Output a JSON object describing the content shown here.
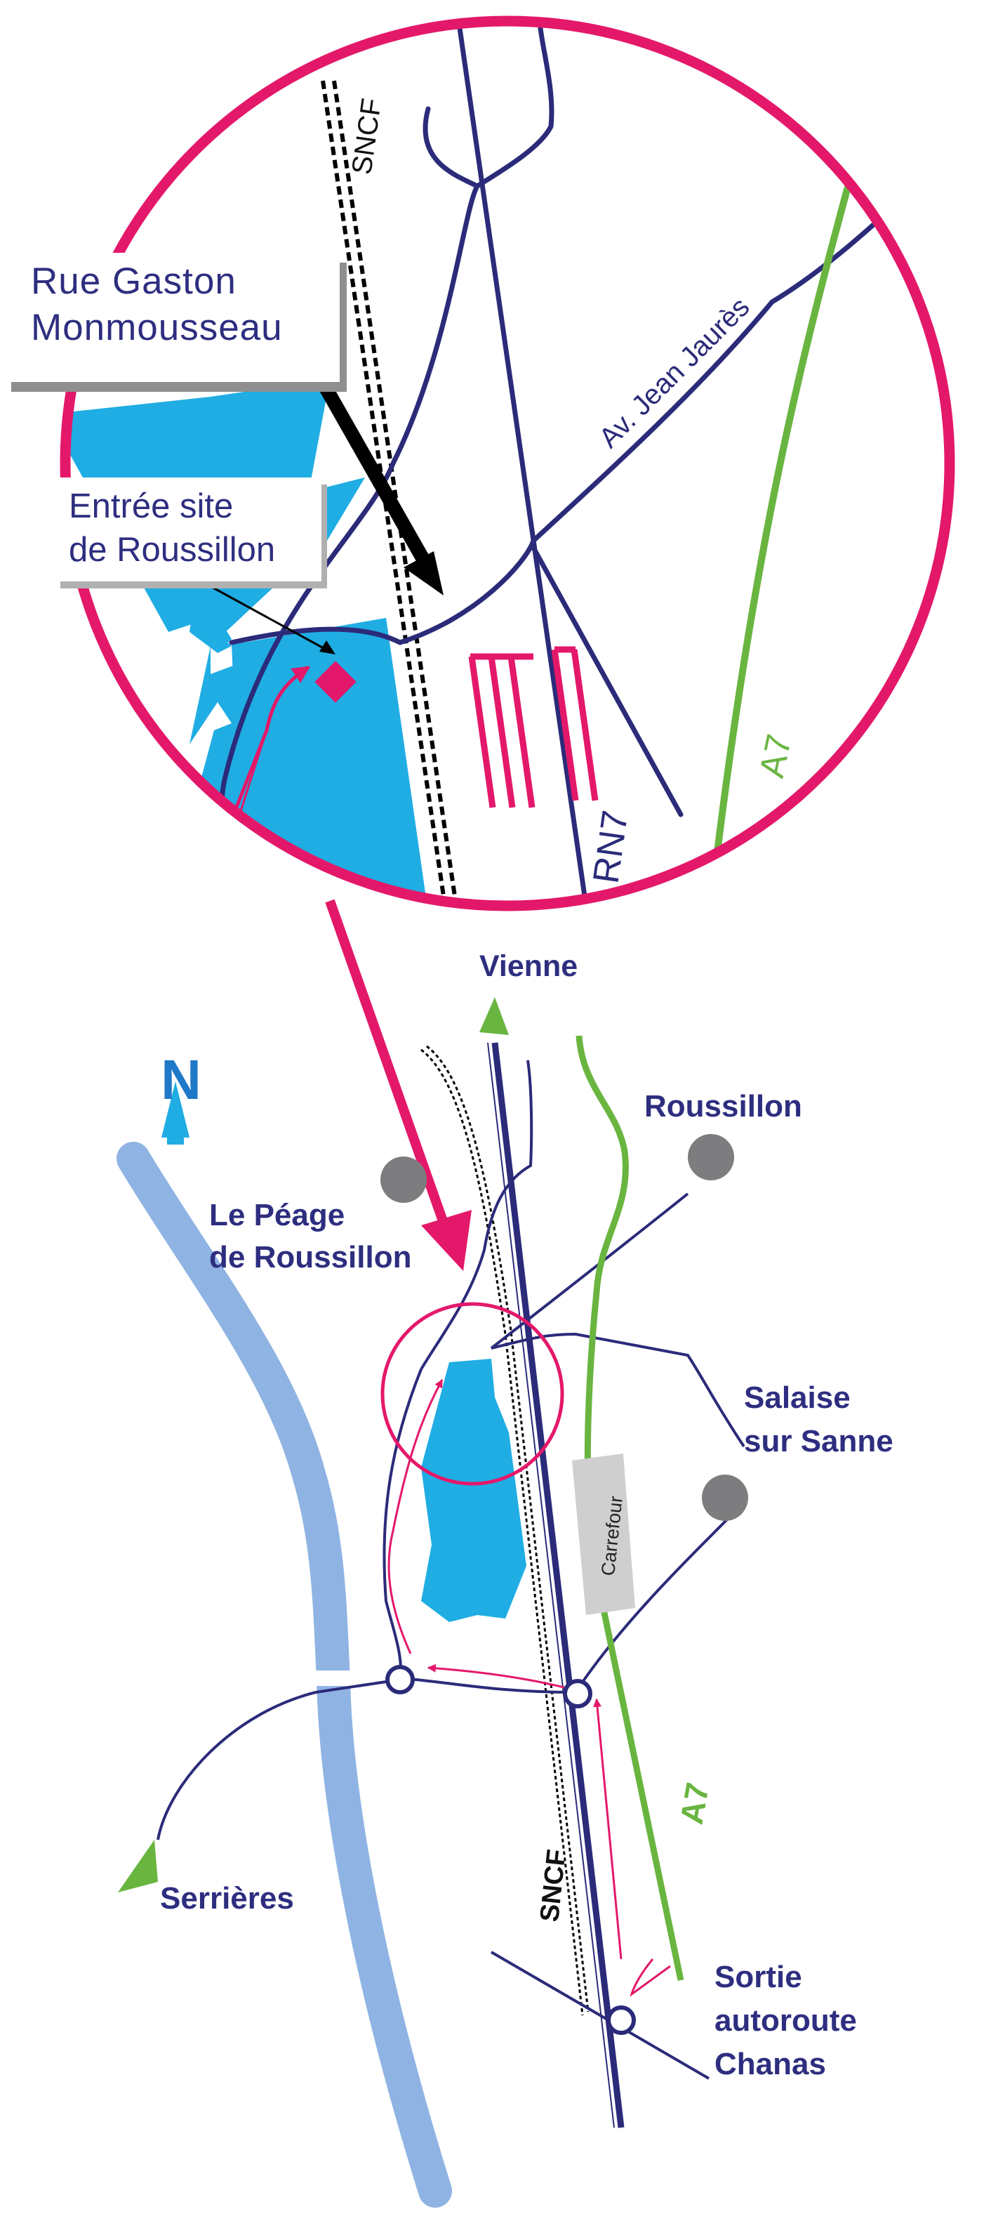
{
  "colors": {
    "road": "#2b2b7a",
    "highway": "#69b540",
    "magnifier": "#e4186a",
    "site": "#1fade3",
    "river": "#8fb4e3",
    "town": "#7d7d7f",
    "carrefour_box": "#cfcfcf",
    "arrow_black": "#000000",
    "compass": "#1f78c8"
  },
  "icons": {
    "compass": "north-arrow-icon",
    "entrance": "diamond-marker-icon",
    "roundabout": "roundabout-icon",
    "direction": "triangle-direction-icon",
    "town": "town-dot-icon"
  },
  "detail": {
    "callout_street": [
      "Rue Gaston",
      "Monmousseau"
    ],
    "callout_entry": [
      "Entrée site",
      "de Roussillon"
    ],
    "label_sncf": "SNCF",
    "label_avenue": "Av. Jean Jaurès",
    "label_rn7": "RN7",
    "label_a7": "A7"
  },
  "overview": {
    "compass_letter": "N",
    "vienne": "Vienne",
    "roussillon": "Roussillon",
    "peage": [
      "Le Péage",
      "de Roussillon"
    ],
    "salaise": [
      "Salaise",
      "sur Sanne"
    ],
    "carrefour": "Carrefour",
    "a7": "A7",
    "sncf": "SNCF",
    "serrieres": "Serrières",
    "sortie": [
      "Sortie",
      "autoroute",
      "Chanas"
    ]
  }
}
